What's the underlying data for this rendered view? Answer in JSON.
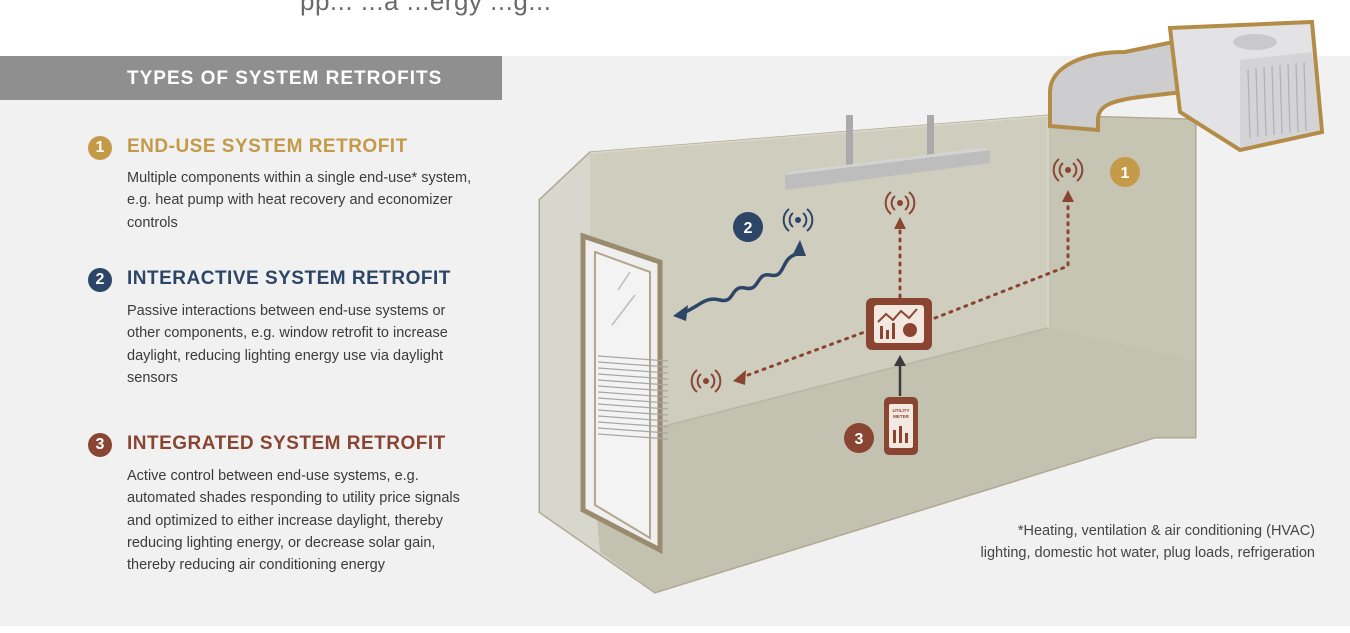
{
  "header": {
    "title": "TYPES OF SYSTEM RETROFITS"
  },
  "top_cutoff_text": "pp... ...a ...ergy ...g...",
  "items": [
    {
      "number": "1",
      "title": "END-USE SYSTEM RETROFIT",
      "description": "Multiple components within a single end-use* system, e.g. heat pump with heat recovery and economizer controls",
      "color": "#c49a49"
    },
    {
      "number": "2",
      "title": "INTERACTIVE SYSTEM RETROFIT",
      "description": "Passive interactions between end-use systems or other components, e.g. window retrofit to increase daylight, reducing lighting energy use via daylight sensors",
      "color": "#2d4566"
    },
    {
      "number": "3",
      "title": "INTEGRATED SYSTEM RETROFIT",
      "description": "Active control between end-use systems, e.g. automated shades responding to utility price signals and optimized to either increase daylight, thereby reducing lighting energy, or decrease solar gain, thereby reducing air conditioning energy",
      "color": "#8a4532"
    }
  ],
  "diagram": {
    "markers": [
      "1",
      "2",
      "3"
    ],
    "meter_label": "UTILITY METER",
    "colors": {
      "room_wall": "#cfcdbd",
      "room_floor": "#c3c1b0",
      "outline": "#a19684",
      "signal": "#8a4532",
      "hvac_unit": "#e1e1e3"
    }
  },
  "footnote": {
    "line1": "*Heating, ventilation & air conditioning (HVAC)",
    "line2": "lighting, domestic hot water, plug loads, refrigeration"
  }
}
